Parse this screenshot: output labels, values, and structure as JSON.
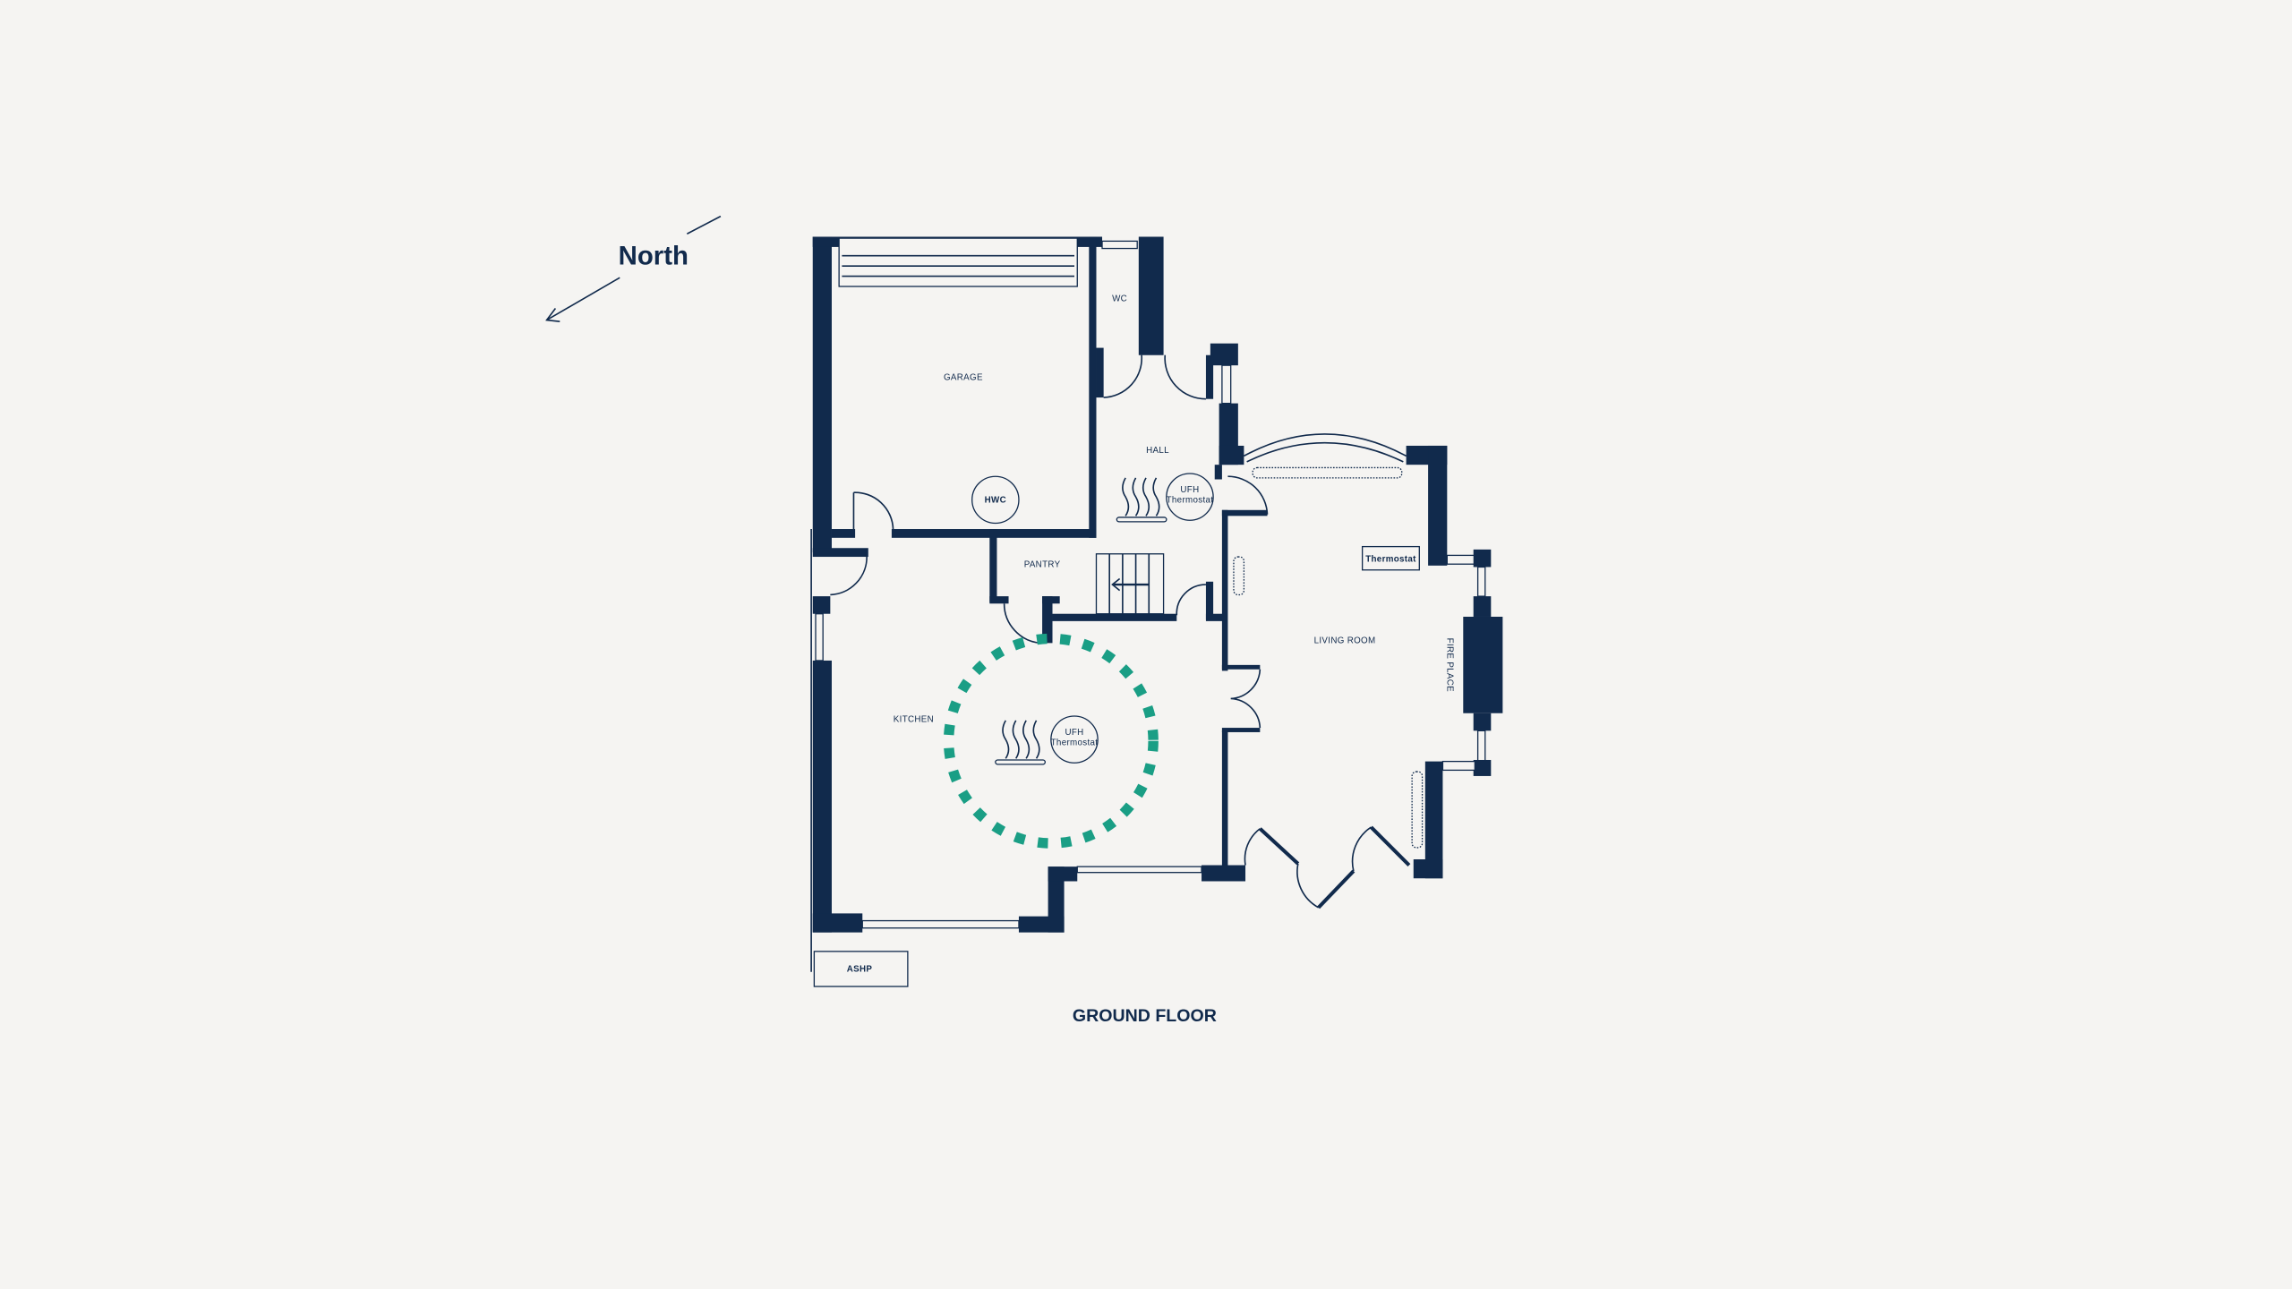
{
  "compass": {
    "label": "North"
  },
  "rooms": {
    "garage": "GARAGE",
    "wc": "WC",
    "hall": "HALL",
    "pantry": "PANTRY",
    "kitchen": "KITCHEN",
    "living_room": "LIVING ROOM",
    "fire_place": "FIRE PLACE"
  },
  "equipment": {
    "hwc": "HWC",
    "ufh_thermostat_line1": "UFH",
    "ufh_thermostat_line2": "Thermostat",
    "thermostat": "Thermostat",
    "ashp": "ASHP"
  },
  "floor_title": "GROUND FLOOR",
  "colors": {
    "wall": "#112a4c",
    "highlight": "#1a9e85",
    "background": "#f5f4f2"
  }
}
